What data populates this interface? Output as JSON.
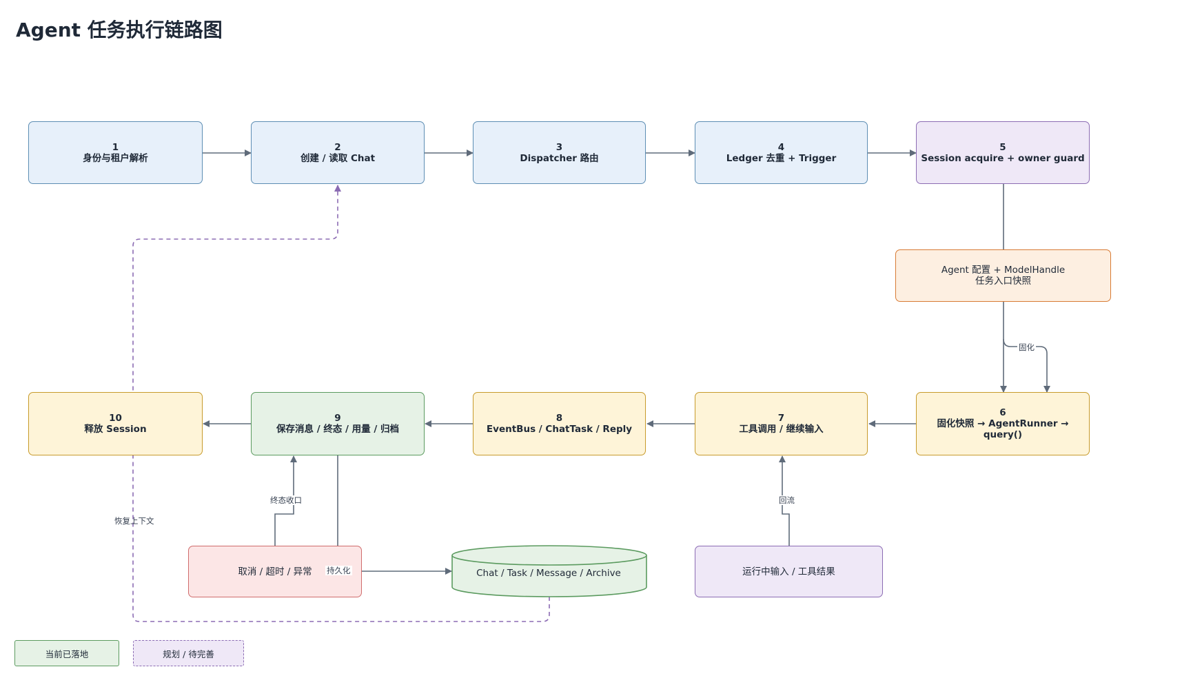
{
  "title": "Agent 任务执行链路图",
  "nodes": {
    "n1": {
      "num": "1",
      "label": "身份与租户解析"
    },
    "n2": {
      "num": "2",
      "label": "创建 / 读取 Chat"
    },
    "n3": {
      "num": "3",
      "label": "Dispatcher 路由"
    },
    "n4": {
      "num": "4",
      "label": "Ledger 去重 + Trigger"
    },
    "n5": {
      "num": "5",
      "label": "Session acquire + owner guard"
    },
    "snapshot": {
      "line1": "Agent 配置 + ModelHandle",
      "line2": "任务入口快照"
    },
    "n6": {
      "num": "6",
      "label": "固化快照 → AgentRunner → query()"
    },
    "n7": {
      "num": "7",
      "label": "工具调用 / 继续输入"
    },
    "n8": {
      "num": "8",
      "label": "EventBus / ChatTask / Reply"
    },
    "n9": {
      "num": "9",
      "label": "保存消息 / 终态 / 用量 / 归档"
    },
    "n10": {
      "num": "10",
      "label": "释放 Session"
    },
    "cancel": {
      "label": "取消 / 超时 / 异常"
    },
    "store": {
      "label": "Chat / Task / Message / Archive"
    },
    "input": {
      "label": "运行中输入 / 工具结果"
    }
  },
  "edge_labels": {
    "solidify": "固化",
    "terminal": "终态收口",
    "backflow": "回流",
    "persist": "持久化",
    "restore": "恢复上下文"
  },
  "legend": {
    "landed": "当前已落地",
    "planned": "规划 / 待完善"
  },
  "colors": {
    "blue_fill": "#e7f0fa",
    "blue_border": "#5c8db3",
    "purple_fill": "#efe8f7",
    "purple_border": "#8b6bb3",
    "orange_fill": "#fdefe1",
    "orange_border": "#d87a33",
    "yellow_fill": "#fef4d8",
    "yellow_border": "#c79a2a",
    "green_fill": "#e6f2e6",
    "green_border": "#5a9a5e",
    "red_fill": "#fce6e6",
    "red_border": "#cf6b6b",
    "edge": "#5f6b7a",
    "dashed_edge": "#8b6bb3"
  }
}
